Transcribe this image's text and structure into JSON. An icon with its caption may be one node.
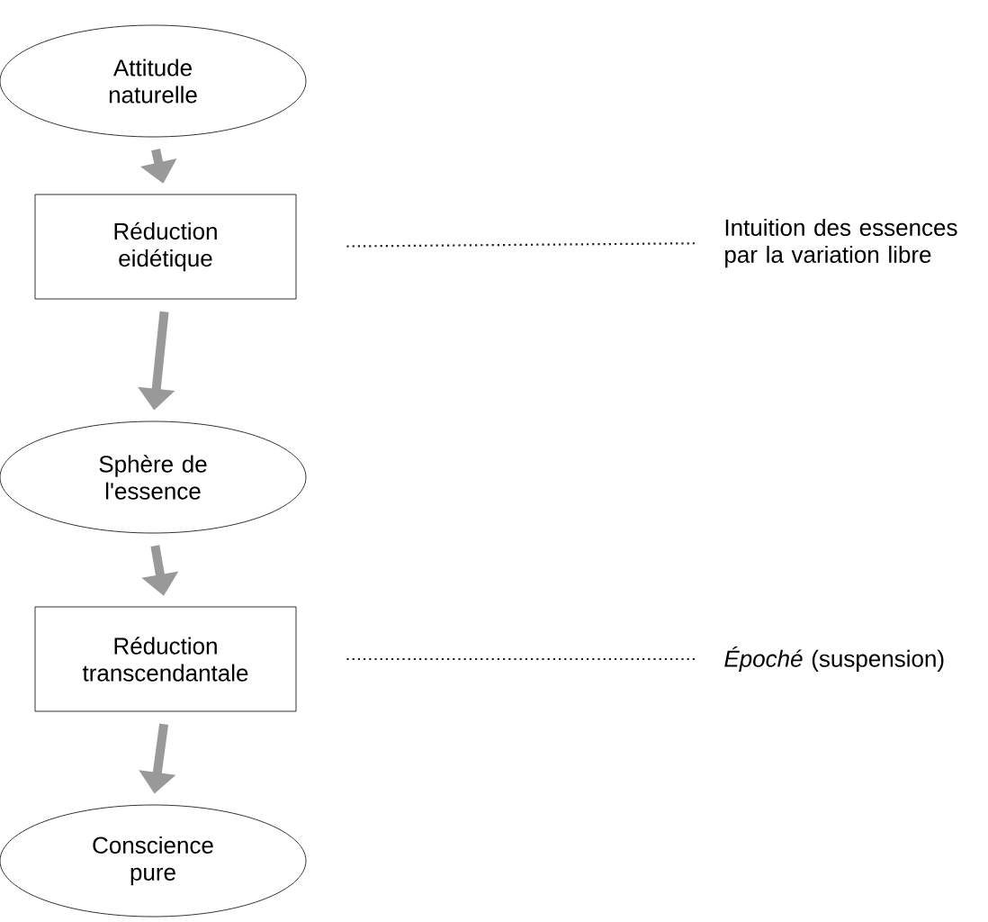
{
  "diagram": {
    "nodes": [
      {
        "text": [
          "Attitude naturelle"
        ]
      },
      {
        "text": [
          "Réduction eidétique"
        ]
      },
      {
        "text": [
          "Intuition des essences par la variation libre"
        ]
      },
      {
        "text": [
          "Sphère de l'essence"
        ]
      },
      {
        "text": [
          "Réduction transcendantale"
        ]
      },
      {
        "text": [
          "*Époché* (suspension)"
        ]
      },
      {
        "text": [
          "Conscience pure"
        ]
      }
    ],
    "edges": [
      {
        "from": 0,
        "to": 1,
        "arrow": "to"
      },
      {
        "from": 1,
        "to": 2,
        "arrow": "none",
        "style": "dashed",
        "color": "#222222"
      },
      {
        "from": 1,
        "to": 3,
        "arrow": "to"
      },
      {
        "from": 3,
        "to": 4,
        "arrow": "to"
      },
      {
        "from": 4,
        "to": 5,
        "arrow": "none",
        "style": "dashed",
        "color": "#222222"
      },
      {
        "from": 4,
        "to": 6,
        "arrow": "to"
      }
    ]
  }
}
